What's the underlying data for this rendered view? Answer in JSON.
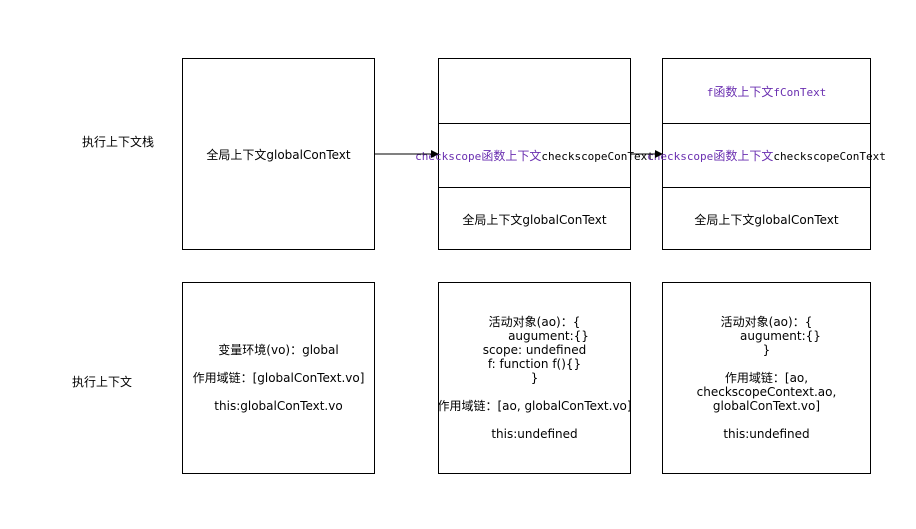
{
  "row_labels": {
    "stack": "执行上下文栈",
    "context": "执行上下文"
  },
  "stack1": {
    "cell1": "全局上下文globalConText"
  },
  "stack2": {
    "cell1": "",
    "cell2_a": "checkscope",
    "cell2_b": "函数上下文",
    "cell2_c": "checkscopeConText",
    "cell3": "全局上下文globalConText"
  },
  "stack3": {
    "cell1_a": "f",
    "cell1_b": "函数上下文",
    "cell1_c": "fConText",
    "cell2_a": "checkscope",
    "cell2_b": "函数上下文",
    "cell2_c": "checkscopeConText",
    "cell3": "全局上下文globalConText"
  },
  "context1": {
    "line1": "变量环境(vo)：global",
    "line2": "作用域链：[globalConText.vo]",
    "line3": "this:globalConText.vo"
  },
  "context2": {
    "line1": "活动对象(ao)：{",
    "line2": "augument:{}",
    "line3": "scope: undefined",
    "line4": "f: function f(){}",
    "line5": "}",
    "line6": "作用域链：[ao, globalConText.vo]",
    "line7": "this:undefined"
  },
  "context3": {
    "line1": "活动对象(ao)：{",
    "line2": "augument:{}",
    "line3": "}",
    "line4": "作用域链：[ao,",
    "line5": "checkscopeContext.ao,",
    "line6": "globalConText.vo]",
    "line7": "this:undefined"
  },
  "colors": {
    "stroke": "#000000",
    "code_text": "#6a2fb0"
  }
}
